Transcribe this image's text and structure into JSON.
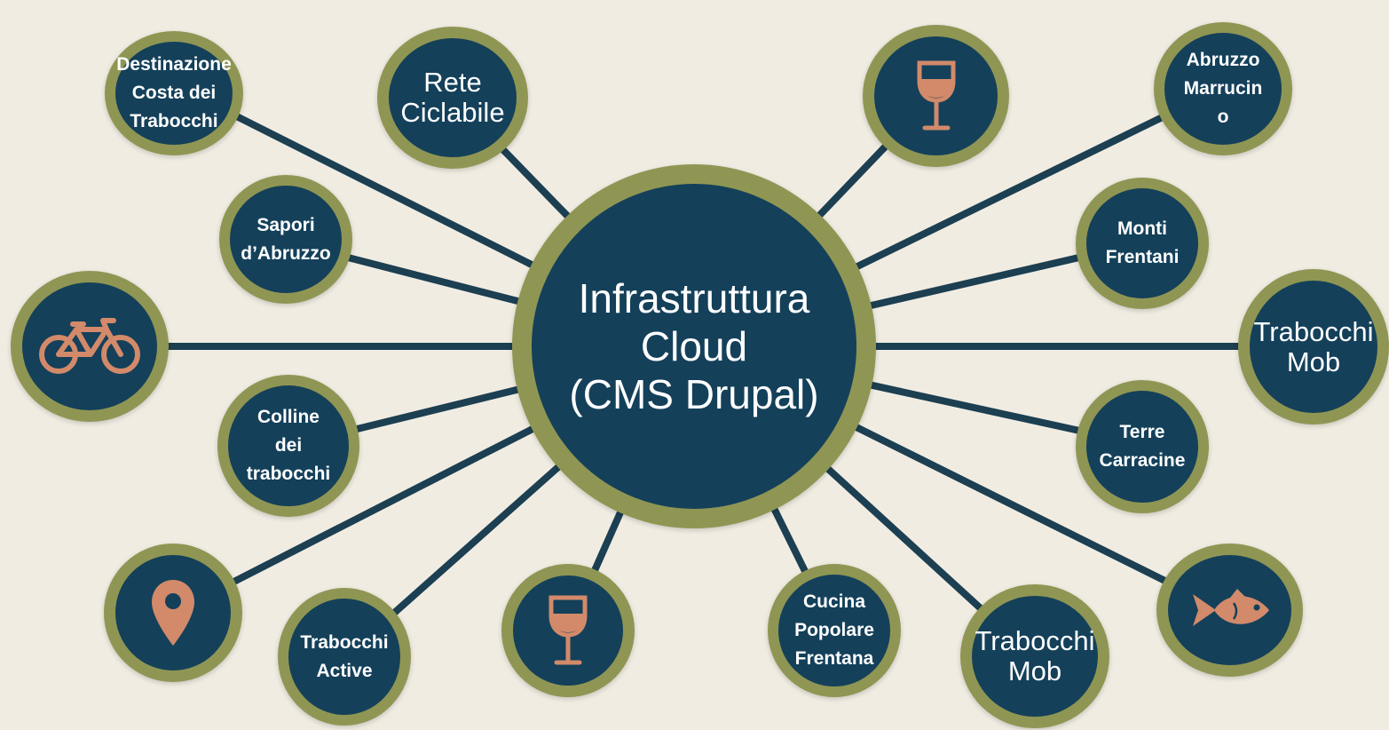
{
  "colors": {
    "background": "#f1ece2",
    "node_fill": "#14405a",
    "node_ring": "#8f9653",
    "connector": "#1c3f52",
    "icon": "#d28a6a",
    "text": "#ffffff"
  },
  "hub": {
    "label": "Infrastruttura\nCloud\n(CMS Drupal)"
  },
  "nodes": {
    "destinazione": {
      "label": "Destinazione\nCosta dei\nTrabocchi"
    },
    "rete_ciclabile": {
      "label": "Rete\nCiclabile"
    },
    "sapori": {
      "label": "Sapori\nd’Abruzzo"
    },
    "colline": {
      "label": "Colline\ndei\ntrabocchi"
    },
    "trabocchi_active": {
      "label": "Trabocchi\nActive"
    },
    "cucina": {
      "label": "Cucina\nPopolare\nFrentana"
    },
    "trabocchi_mob_bottom": {
      "label": "Trabocchi\nMob"
    },
    "abruzzo_marrucino": {
      "label": "Abruzzo\nMarrucin\no"
    },
    "monti_frentani": {
      "label": "Monti\nFrentani"
    },
    "trabocchi_mob_right": {
      "label": "Trabocchi\nMob"
    },
    "terre_carracine": {
      "label": "Terre\nCarracine"
    }
  },
  "icons": {
    "bicycle": "bicycle-icon",
    "location": "location-pin-icon",
    "wine_top": "wine-glass-icon",
    "wine_bottom": "wine-glass-icon",
    "fish": "fish-icon"
  }
}
